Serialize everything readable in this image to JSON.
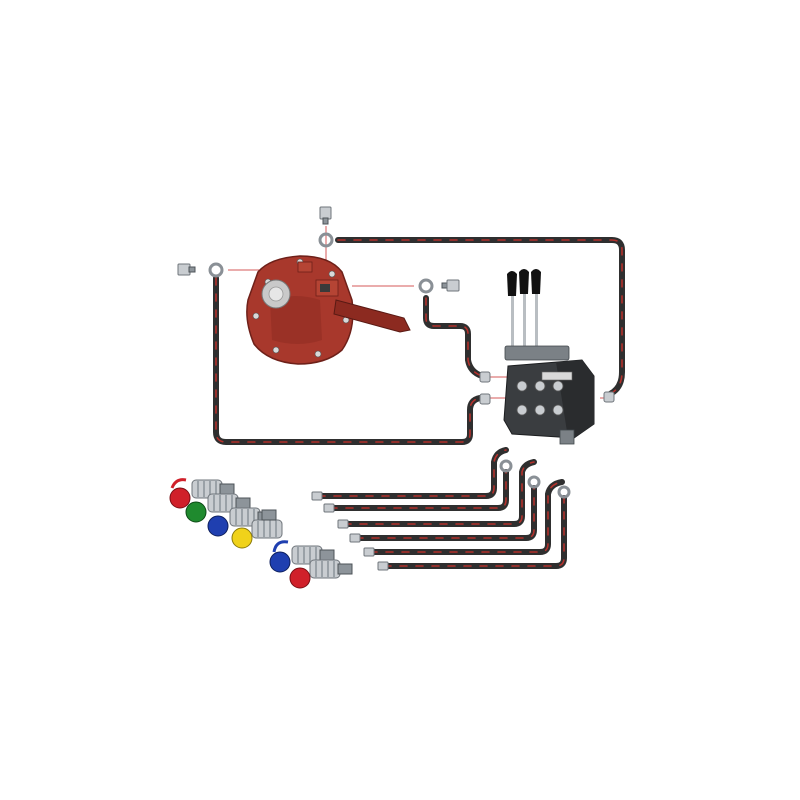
{
  "colors": {
    "background": "#ffffff",
    "hose": "#2f2f2f",
    "hose_stripe": "#b3312c",
    "pump_body": "#a8382c",
    "valve_body": "#3a3d40",
    "lever_knob": "#111111",
    "cap_red": "#d0202a",
    "cap_green": "#1f8a2e",
    "cap_blue": "#1f3fb0",
    "cap_yellow": "#f0d21a"
  },
  "components": {
    "pump": "hydraulic-pump-gearbox",
    "valve": "three-spool-control-valve",
    "levers": 3,
    "hose_fittings": "banjo-and-elbow-fittings",
    "long_hoses": 3,
    "output_hoses": 6,
    "quick_couplers": 6,
    "coupler_caps": [
      "red",
      "green",
      "blue",
      "yellow",
      "blue",
      "red"
    ]
  }
}
